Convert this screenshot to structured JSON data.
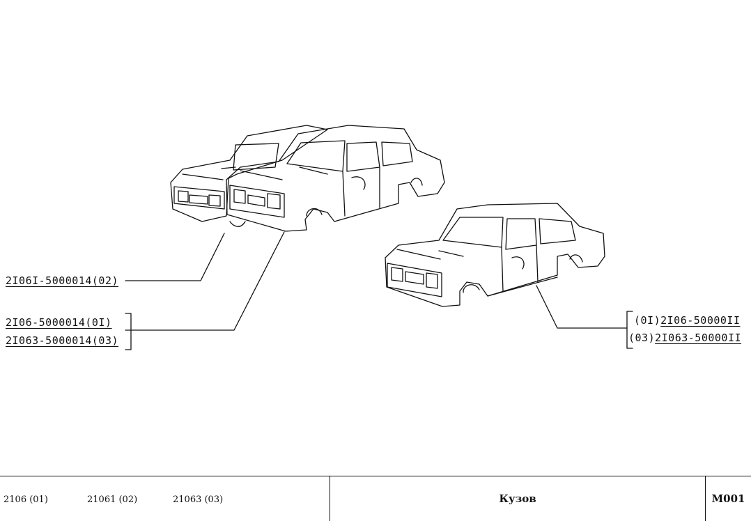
{
  "callouts": {
    "c1": "2I06I-5000014(02)",
    "c2a": "2I06-5000014(0I)",
    "c2b": "2I063-5000014(03)",
    "c3a_prefix": "(0I)",
    "c3a_code": "2I06-50000II",
    "c3b_prefix": "(03)",
    "c3b_code": "2I063-50000II"
  },
  "footer": {
    "models": [
      "2106 (01)",
      "21061 (02)",
      "21063 (03)"
    ],
    "title": "Кузов",
    "code": "M001"
  },
  "colors": {
    "ink": "#111111",
    "paper": "#ffffff"
  }
}
